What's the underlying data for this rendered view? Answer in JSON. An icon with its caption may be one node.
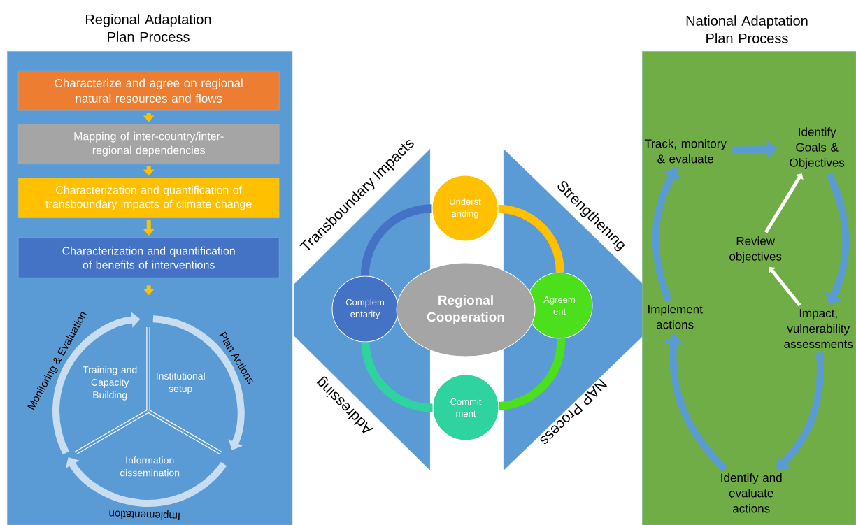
{
  "diagram": {
    "nodes": [
      {
        "text": [
          "Regional Adaptation Plan Process"
        ]
      },
      {
        "text": [
          "Characterize and agree on regional natural resources and flows"
        ],
        "in": 0
      },
      {
        "text": [
          "Mapping of inter-country/inter-regional dependencies"
        ],
        "in": 0
      },
      {
        "text": [
          "Characterization and quantification of transboundary impacts of climate change"
        ],
        "in": 0
      },
      {
        "text": [
          "Characterization and quantification of benefits of interventions"
        ],
        "in": 0
      },
      {
        "text": [
          "Training and Capacity Building"
        ],
        "in": 0
      },
      {
        "text": [
          "Institutional setup"
        ],
        "in": 0
      },
      {
        "text": [
          "Information dissemination"
        ],
        "in": 0
      },
      {
        "text": [
          "Underst anding"
        ]
      },
      {
        "text": [
          "Agreem ent"
        ]
      },
      {
        "text": [
          "Commit ment"
        ]
      },
      {
        "text": [
          "Complem entarity"
        ]
      },
      {
        "text": [
          "Regional Cooperation"
        ]
      },
      {
        "text": [
          "National Adaptation Plan Process"
        ]
      },
      {
        "text": [
          "Track, monitory & evaluate"
        ],
        "in": 13
      },
      {
        "text": [
          "Identify Goals & Objectives"
        ],
        "in": 13
      },
      {
        "text": [
          "Review objectives"
        ],
        "in": 13
      },
      {
        "text": [
          "Impact, vulnerability assessments"
        ],
        "in": 13
      },
      {
        "text": [
          "Identify and evaluate actions"
        ],
        "in": 13
      },
      {
        "text": [
          "Implement actions"
        ],
        "in": 13
      }
    ],
    "edges": [
      {
        "from": 1,
        "to": 2,
        "arrow": "to",
        "color": "#ffc000"
      },
      {
        "from": 2,
        "to": 3,
        "arrow": "to",
        "color": "#ffc000"
      },
      {
        "from": 3,
        "to": 4,
        "arrow": "to",
        "color": "#ffc000"
      },
      {
        "from": 4,
        "to": null,
        "arrow": "to",
        "color": "#ffc000"
      },
      {
        "from": 8,
        "to": 9,
        "arrow": "none",
        "color": "#ffc000"
      },
      {
        "from": 9,
        "to": 10,
        "arrow": "none",
        "color": "#4ce01c"
      },
      {
        "from": 10,
        "to": 11,
        "arrow": "none",
        "color": "#2fd3a0"
      },
      {
        "from": 11,
        "to": 8,
        "arrow": "none",
        "color": "#4472c4"
      },
      {
        "from": 14,
        "to": 15,
        "arrow": "to",
        "color": "#5b9bd5"
      },
      {
        "from": 15,
        "to": 17,
        "arrow": "to",
        "color": "#5b9bd5"
      },
      {
        "from": 17,
        "to": 18,
        "arrow": "to",
        "color": "#5b9bd5"
      },
      {
        "from": 18,
        "to": 19,
        "arrow": "to",
        "color": "#5b9bd5"
      },
      {
        "from": 19,
        "to": 14,
        "arrow": "to",
        "color": "#5b9bd5"
      },
      {
        "from": 16,
        "to": 15,
        "arrow": "to",
        "color": "#ffffff"
      },
      {
        "from": 17,
        "to": 16,
        "arrow": "to",
        "color": "#ffffff"
      }
    ],
    "labels": [
      "Transboundary Impacts",
      "Strengthening",
      "Monitoring & Evaluation",
      "Plan Actions",
      "Addressing",
      "NAP Process",
      "Implementation"
    ]
  }
}
